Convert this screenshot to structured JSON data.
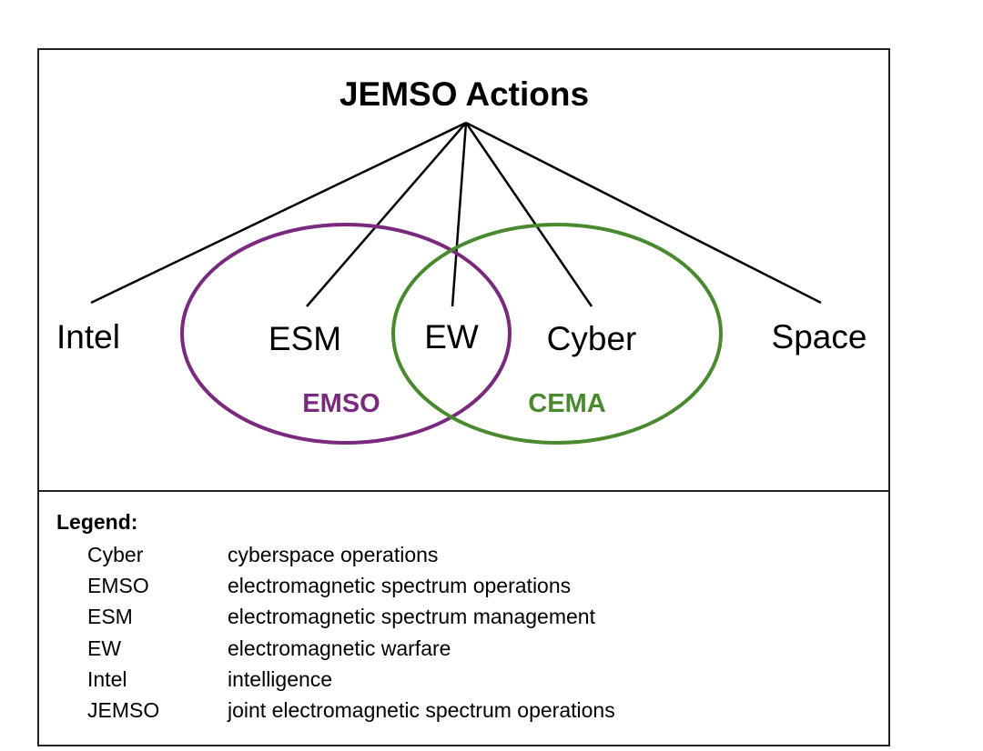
{
  "title": "JEMSO Actions",
  "nodes": {
    "intel": "Intel",
    "esm": "ESM",
    "ew": "EW",
    "cyber": "Cyber",
    "space": "Space"
  },
  "groups": {
    "emso": {
      "label": "EMSO",
      "color": "#7a2a7e"
    },
    "cema": {
      "label": "CEMA",
      "color": "#4a8a2e"
    }
  },
  "legend": {
    "title": "Legend:",
    "items": [
      {
        "abbr": "Cyber",
        "definition": "cyberspace operations"
      },
      {
        "abbr": "EMSO",
        "definition": "electromagnetic spectrum operations"
      },
      {
        "abbr": "ESM",
        "definition": "electromagnetic spectrum management"
      },
      {
        "abbr": "EW",
        "definition": "electromagnetic warfare"
      },
      {
        "abbr": "Intel",
        "definition": "intelligence"
      },
      {
        "abbr": "JEMSO",
        "definition": "joint electromagnetic spectrum operations"
      }
    ]
  }
}
